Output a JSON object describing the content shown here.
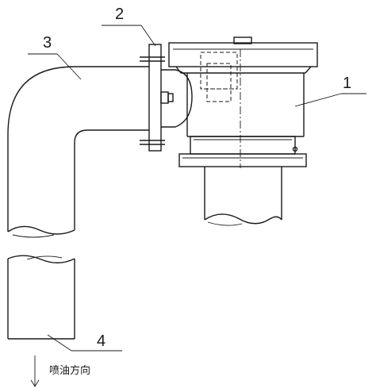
{
  "labels": {
    "part_1": "1",
    "part_2": "2",
    "part_3": "3",
    "part_4": "4"
  },
  "caption": "喷油方向",
  "colors": {
    "ink": "#1a1a1a",
    "background": "#ffffff"
  }
}
